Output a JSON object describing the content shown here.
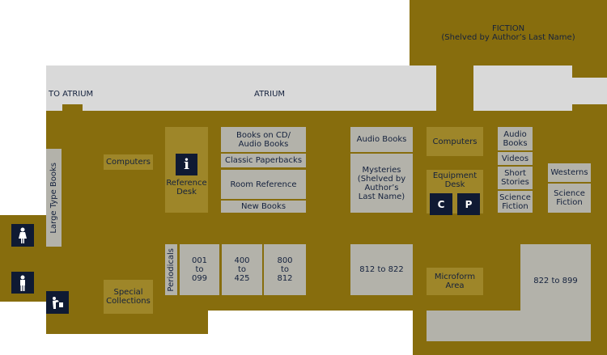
{
  "map": {
    "fiction": "FICTION\n(Shelved by Author’s Last Name)",
    "to_atrium": "TO ATRIUM",
    "atrium": "ATRIUM",
    "large_type_books": "Large Type Books",
    "computers_left": "Computers",
    "reference_desk": "Reference\nDesk",
    "books_on_cd": "Books on CD/\nAudio Books",
    "classic_paperbacks": "Classic Paperbacks",
    "room_reference": "Room Reference",
    "new_books": "New Books",
    "periodicals": "Periodicals",
    "range_001_099": "001\nto\n099",
    "range_400_425": "400\nto\n425",
    "range_800_812": "800\nto\n812",
    "special_collections": "Special\nCollections",
    "audio_books_mid": "Audio Books",
    "mysteries": "Mysteries\n(Shelved by\nAuthor’s\nLast Name)",
    "computers_right": "Computers",
    "equipment_desk": "Equipment\nDesk",
    "audio_books_right": "Audio\nBooks",
    "videos": "Videos",
    "short_stories": "Short\nStories",
    "science_fiction_1": "Science\nFiction",
    "westerns": "Westerns",
    "science_fiction_2": "Science\nFiction",
    "range_812_822": "812  to  822",
    "microform_area": "Microform\nArea",
    "range_822_899": "822  to  899",
    "icon_info": "i",
    "icon_copier": "C",
    "icon_printer": "P"
  },
  "colors": {
    "floor": "#876d0d",
    "service": "#9e8629",
    "shelf": "#b3b2aa",
    "atrium": "#d9d9d9",
    "icon": "#0f1a33"
  }
}
